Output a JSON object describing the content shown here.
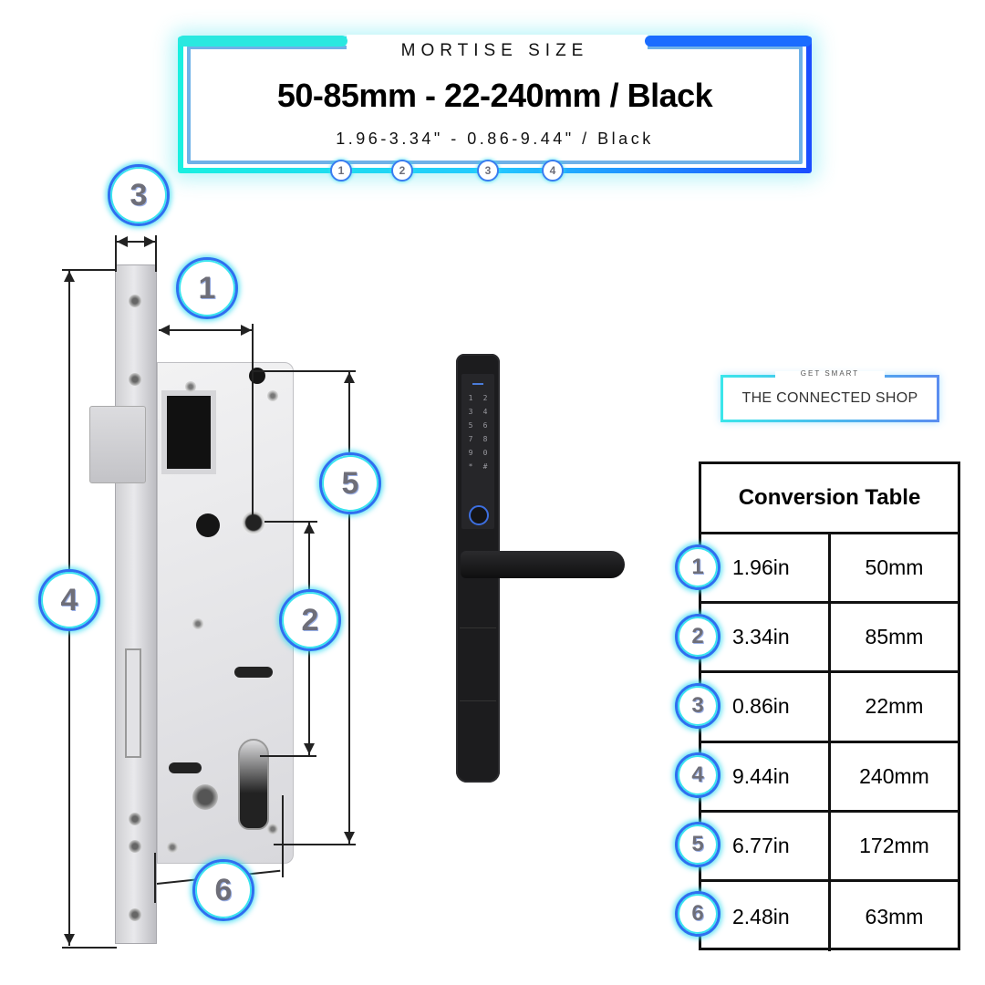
{
  "header": {
    "label": "MORTISE SIZE",
    "title": "50-85mm - 22-240mm / Black",
    "subtitle": "1.96-3.34\" - 0.86-9.44\" / Black",
    "mini_badges": [
      "1",
      "2",
      "3",
      "4"
    ],
    "colors": {
      "frame_start": "#19f0e0",
      "frame_end": "#1b4dff"
    }
  },
  "diagram": {
    "badges": [
      {
        "number": "1",
        "meaning": "backset"
      },
      {
        "number": "2",
        "meaning": "handle-to-cylinder centre"
      },
      {
        "number": "3",
        "meaning": "faceplate width"
      },
      {
        "number": "4",
        "meaning": "faceplate height"
      },
      {
        "number": "5",
        "meaning": "case height"
      },
      {
        "number": "6",
        "meaning": "case depth"
      }
    ],
    "keypad_keys": [
      "1",
      "2",
      "3",
      "4",
      "5",
      "6",
      "7",
      "8",
      "9",
      "0",
      "*",
      "#"
    ]
  },
  "logo": {
    "tagline": "GET SMART",
    "name": "THE CONNECTED SHOP"
  },
  "conversion_table": {
    "title": "Conversion Table",
    "rows": [
      {
        "badge": "1",
        "inches": "1.96in",
        "mm": "50mm"
      },
      {
        "badge": "2",
        "inches": "3.34in",
        "mm": "85mm"
      },
      {
        "badge": "3",
        "inches": "0.86in",
        "mm": "22mm"
      },
      {
        "badge": "4",
        "inches": "9.44in",
        "mm": "240mm"
      },
      {
        "badge": "5",
        "inches": "6.77in",
        "mm": "172mm"
      },
      {
        "badge": "6",
        "inches": "2.48in",
        "mm": "63mm"
      }
    ]
  }
}
